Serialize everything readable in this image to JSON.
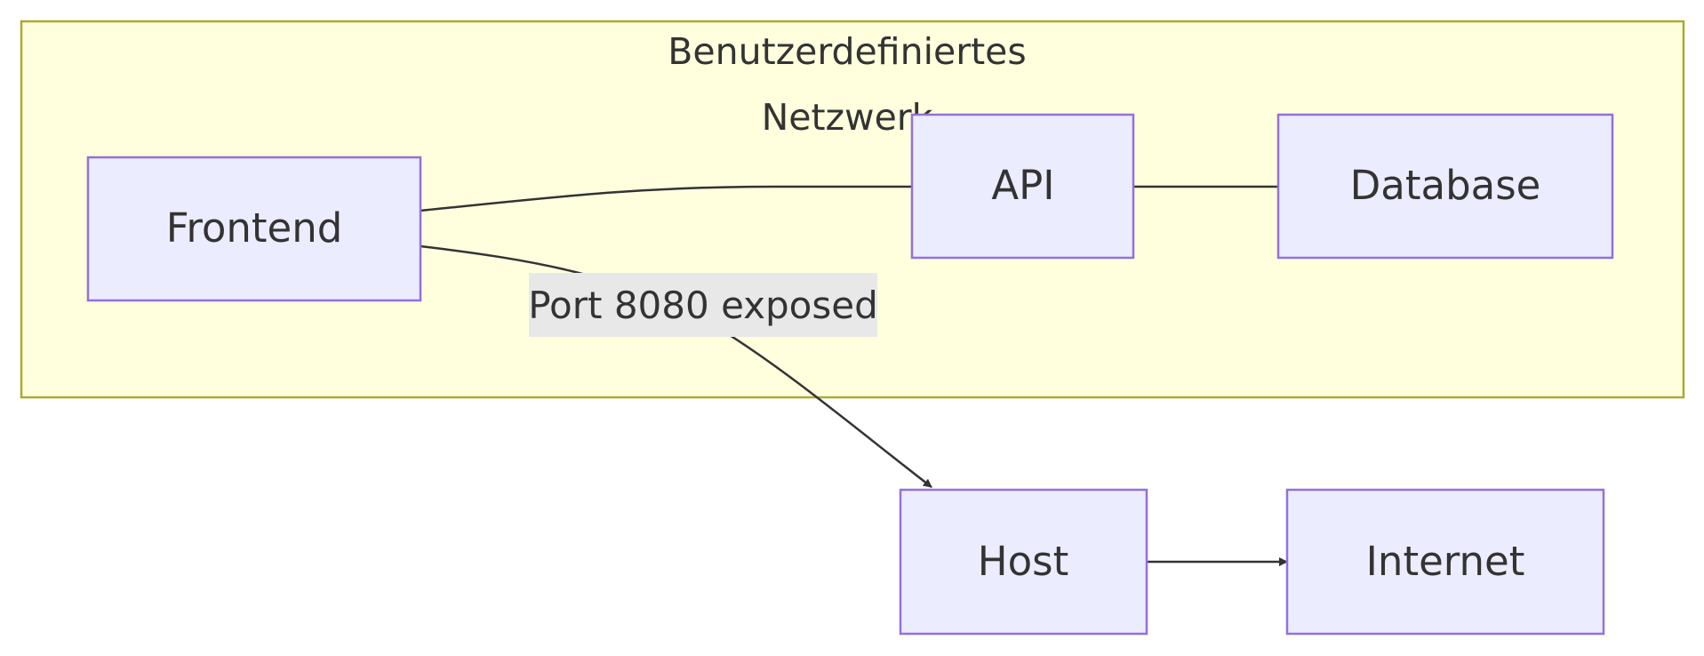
{
  "diagram": {
    "group": {
      "title_line1": "Benutzerdefiniertes",
      "title_line2": "Netzwerk"
    },
    "nodes": {
      "frontend": "Frontend",
      "api": "API",
      "database": "Database",
      "host": "Host",
      "internet": "Internet"
    },
    "edges": {
      "frontend_host_label": "Port 8080 exposed"
    },
    "colors": {
      "group_fill": "#ffffde",
      "group_stroke": "#aaaa33",
      "node_fill": "#ececff",
      "node_stroke": "#9370db",
      "edge": "#333333",
      "edge_label_bg": "#e8e8e8",
      "text": "#333333"
    }
  }
}
